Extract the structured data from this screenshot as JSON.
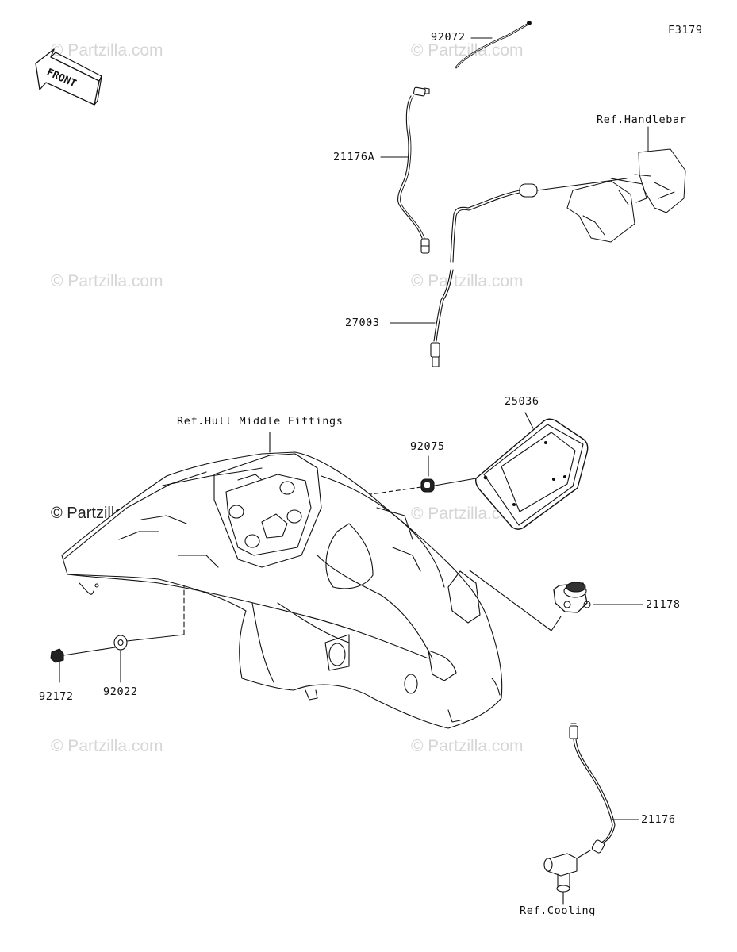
{
  "figure_code": "F3179",
  "front_label": "FRONT",
  "watermark": "© Partzilla.com",
  "parts": {
    "p92072": "92072",
    "p21176a": "21176A",
    "p27003": "27003",
    "p25036": "25036",
    "p92075": "92075",
    "p21178": "21178",
    "p92172": "92172",
    "p92022": "92022",
    "p21176": "21176"
  },
  "refs": {
    "handlebar": "Ref.Handlebar",
    "hull": "Ref.Hull Middle Fittings",
    "cooling": "Ref.Cooling"
  },
  "colors": {
    "line": "#111111",
    "watermark": "#d6d6d6"
  }
}
